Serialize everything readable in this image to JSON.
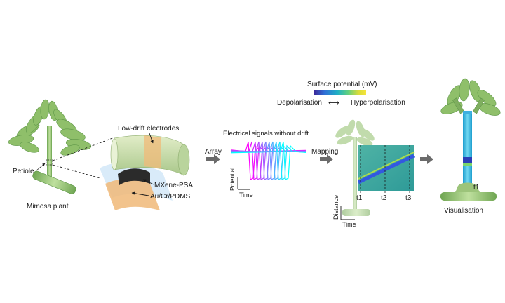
{
  "labels": {
    "petiole": "Petiole",
    "mimosa_plant": "Mimosa plant",
    "low_drift_electrodes": "Low-drift electrodes",
    "mxene_psa": "MXene-PSA",
    "au_cr_pdms": "Au/Cr/PDMS",
    "array": "Array",
    "electrical_signals": "Electrical signals without drift",
    "potential_axis": "Potential",
    "time_axis": "Time",
    "mapping": "Mapping",
    "distance_axis": "Distance",
    "time_axis_map": "Time",
    "t1": "t1",
    "t2": "t2",
    "t3": "t3",
    "visualisation": "Visualisation",
    "vis_t1": "t1"
  },
  "colorbar": {
    "title": "Surface potential (mV)",
    "left_label": "Depolarisation",
    "right_label": "Hyperpolarisation",
    "arrow_glyph": "⟷",
    "colors": [
      "#3b2a9a",
      "#2f6fd6",
      "#1fb0c4",
      "#5fcf80",
      "#d8dc3a",
      "#f6e43a"
    ]
  },
  "signals": {
    "count": 11,
    "colors": [
      "#ff00ff",
      "#00ffff"
    ]
  },
  "theme": {
    "plant_green": "#8fbf6a",
    "plant_dark": "#5e9648",
    "stem_green": "#9cc47a",
    "electrode_green": "#cfe0b0",
    "electrode_orange": "#f0b978",
    "mxene_black": "#2b2b2b",
    "pdms_blue": "#cfe6f7",
    "arrow_gray": "#6b6b6b",
    "map_bg": "#3aa8a0",
    "map_band": "#2a4fd0"
  }
}
